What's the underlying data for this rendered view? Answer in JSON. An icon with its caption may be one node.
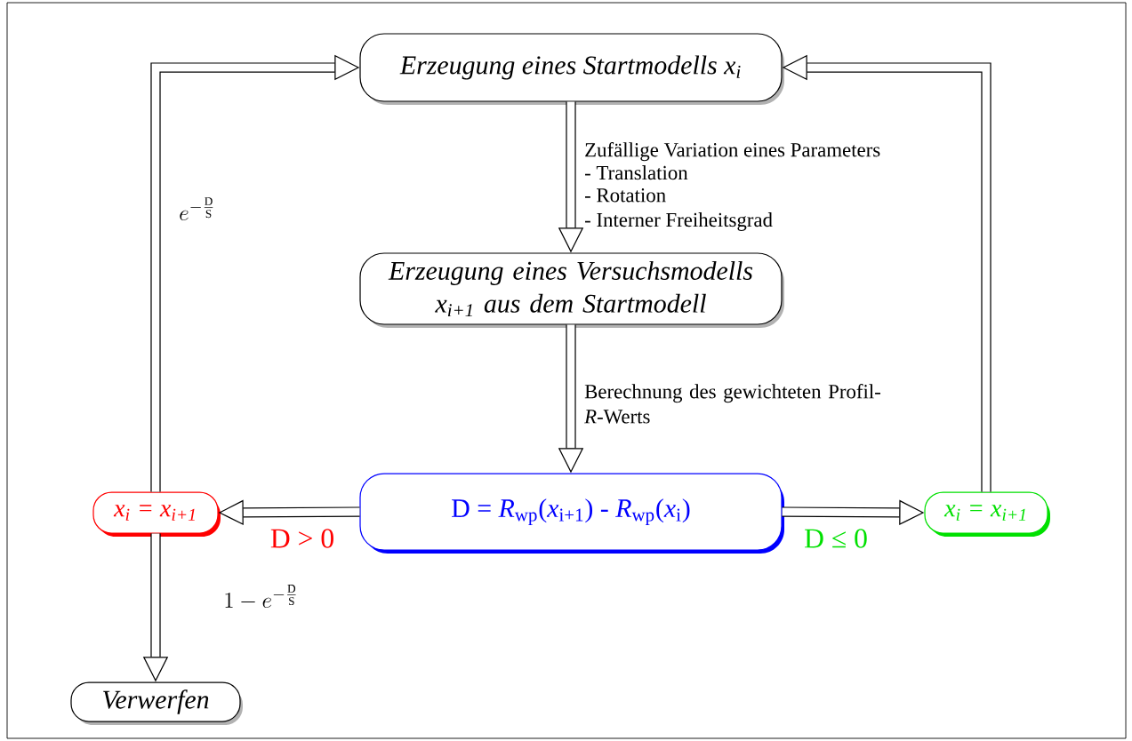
{
  "diagram": {
    "nodes": [
      {
        "text": [
          "Erzeugung eines Startmodells x$_{i}$"
        ]
      },
      {
        "text": [
          "Erzeugung eines Versuchsmodells x$_{i+1}$ aus dem Startmodell"
        ]
      },
      {
        "text": [
          "D = *R*$_{wp}$(*x*$_{i+1}$) - *R*$_{wp}$(*x*$_{i}$)"
        ]
      },
      {
        "text": [
          "x$_{i}$ = x$_{i+1}$"
        ]
      },
      {
        "text": [
          "x$_{i}$ = x$_{i+1}$"
        ]
      },
      {
        "text": [
          "Verwerfen"
        ]
      }
    ],
    "edges": [
      {
        "from": 0,
        "to": 1,
        "arrow": "to",
        "label": "Zufällige Variation eines Parameters"
      },
      {
        "from": 1,
        "to": 2,
        "arrow": "to",
        "label": "Berechnung des gewichteten Profil-*R*-Werts"
      },
      {
        "from": 2,
        "to": 3,
        "arrow": "to",
        "label": "D > 0"
      },
      {
        "from": 2,
        "to": 4,
        "arrow": "to",
        "label": "D ≤ 0"
      },
      {
        "from": 3,
        "to": 0,
        "arrow": "to",
        "label": "e^{-\\frac{\\mathrm{D}}{\\mathrm{S}}}"
      },
      {
        "from": 4,
        "to": 0,
        "arrow": "to"
      },
      {
        "from": 3,
        "to": 5,
        "arrow": "to",
        "label": "1 - e^{-\\frac{\\mathrm{D}}{\\mathrm{S}}}"
      }
    ],
    "labels": [
      "- Translation",
      "- Rotation",
      "- Interner Freiheitsgrad"
    ]
  }
}
